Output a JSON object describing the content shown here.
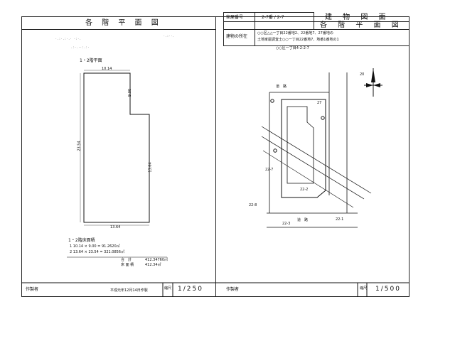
{
  "left_panel": {
    "title": "各 階 平 面 図",
    "floor_label": "1・2階平面",
    "calc_heading": "1・2階床面積",
    "calc_lines": [
      "1   10.14 × 9.00  =  91.2620㎡",
      "2   13.64 × 23.54 =  321.0856㎡"
    ],
    "total_label": "合　計",
    "total_value": "412.34760㎡",
    "area_label": "床 面 積",
    "area_value": "412.34㎡",
    "dim_top": "10.14",
    "dim_left": "23.54",
    "dim_right": "13.64",
    "dim_bottom": "13.64",
    "dim_step": "9.00",
    "maker_label": "作製者",
    "date_text": "平成元年12月14日作製",
    "scale_label": "縮尺",
    "scale_value": "1/250"
  },
  "right_panel": {
    "title_top": "建 物 図 面",
    "title_bottom": "各 階 平 面 図",
    "house_no_label": "家屋番号",
    "house_no_value": "2-7番 / 2-7",
    "location_label": "建物の所在",
    "location_lines": [
      "○○区△△一丁目22番地2、22番地7、27番地の",
      "土地家屋調査士○○一丁目22番地7、地番1番地の1"
    ],
    "site_label": "○○区一丁目4-2-2-7",
    "road_top": "道　路",
    "road_bottom": "道　路",
    "lot_labels": [
      "27",
      "22-7",
      "22-2",
      "22-8",
      "22-3",
      "22-1",
      "20"
    ],
    "maker_label": "作製者",
    "scale_label": "縮尺",
    "scale_value": "1/500"
  },
  "colors": {
    "ink": "#111111",
    "paper": "#ffffff",
    "noise": "#777777"
  }
}
